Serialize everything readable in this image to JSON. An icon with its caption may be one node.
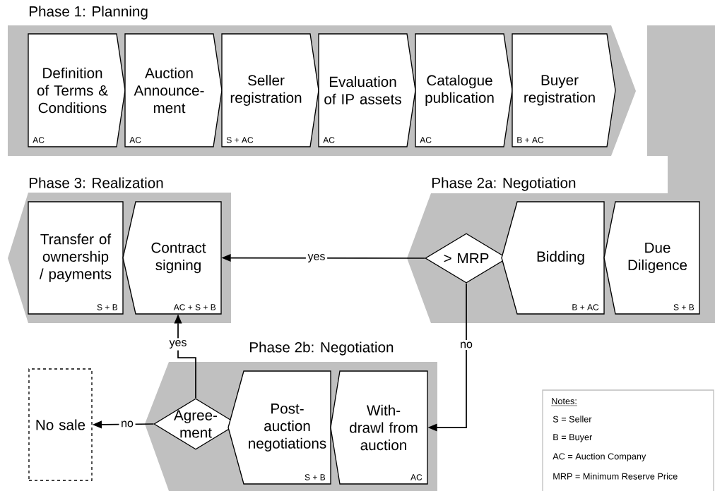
{
  "diagram": {
    "nodes": [
      {
        "text": [
          "Phase 1: Planning"
        ]
      },
      {
        "text": [
          "Definition of Terms & Conditions",
          "AC"
        ],
        "in": 0
      },
      {
        "text": [
          "Auction Announce- ment",
          "AC"
        ],
        "in": 0
      },
      {
        "text": [
          "Seller registration",
          "S + AC"
        ],
        "in": 0
      },
      {
        "text": [
          "Evaluation of IP assets",
          "AC"
        ],
        "in": 0
      },
      {
        "text": [
          "Catalogue publication",
          "AC"
        ],
        "in": 0
      },
      {
        "text": [
          "Buyer registration",
          "B + AC"
        ],
        "in": 0
      },
      {
        "text": [
          "Phase 3: Realization"
        ]
      },
      {
        "text": [
          "Transfer of ownership / payments",
          "S + B"
        ],
        "in": 7
      },
      {
        "text": [
          "Contract signing",
          "AC + S + B"
        ],
        "in": 7
      },
      {
        "text": [
          "Phase 2a: Negotiation"
        ]
      },
      {
        "text": [
          "> MRP"
        ],
        "in": 10
      },
      {
        "text": [
          "Bidding",
          "B + AC"
        ],
        "in": 10
      },
      {
        "text": [
          "Due Diligence",
          "S + B"
        ],
        "in": 10
      },
      {
        "text": [
          "No sale"
        ]
      },
      {
        "text": [
          "Phase 2b: Negotiation"
        ]
      },
      {
        "text": [
          "Agree- ment"
        ],
        "in": 15
      },
      {
        "text": [
          "Post- auction negotiations",
          "S + B"
        ],
        "in": 15
      },
      {
        "text": [
          "With- drawl from auction",
          "AC"
        ],
        "in": 15
      }
    ],
    "edges": [
      {
        "from": 11,
        "to": 9,
        "arrow": "to",
        "label": "yes"
      },
      {
        "from": 11,
        "to": 18,
        "arrow": "to",
        "label": "no"
      },
      {
        "from": 16,
        "to": 9,
        "arrow": "to",
        "label": "yes"
      },
      {
        "from": 16,
        "to": 14,
        "arrow": "to",
        "label": "no"
      }
    ],
    "labels": [
      "Notes:",
      "S = Seller",
      "B = Buyer",
      "AC = Auction Company",
      "MRP = Minimum Reserve Price"
    ]
  }
}
